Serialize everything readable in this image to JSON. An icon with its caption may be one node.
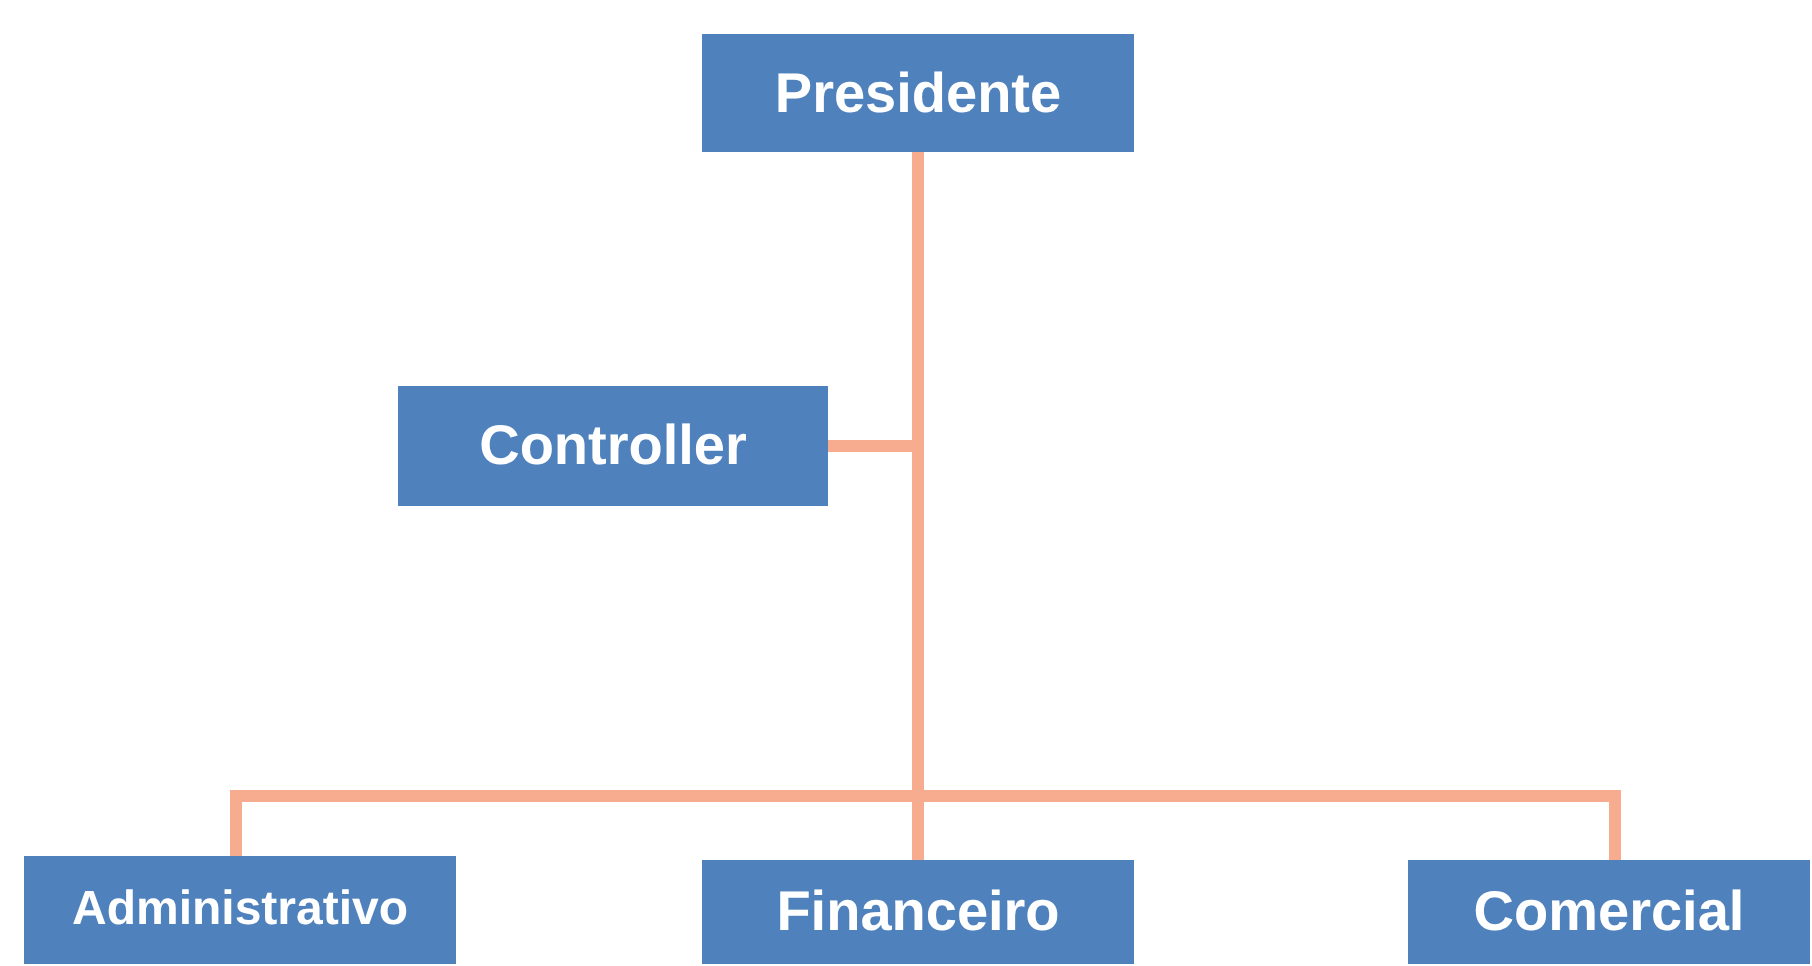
{
  "diagram": {
    "nodes": [
      {
        "text": [
          "Presidente"
        ]
      },
      {
        "text": [
          "Controller"
        ]
      },
      {
        "text": [
          "Administrativo"
        ]
      },
      {
        "text": [
          "Financeiro"
        ]
      },
      {
        "text": [
          "Comercial"
        ]
      }
    ],
    "edges": [
      {
        "from": 0,
        "to": 1,
        "arrow": "none"
      },
      {
        "from": 0,
        "to": 2,
        "arrow": "none"
      },
      {
        "from": 0,
        "to": 3,
        "arrow": "none"
      },
      {
        "from": 0,
        "to": 4,
        "arrow": "none"
      }
    ]
  }
}
